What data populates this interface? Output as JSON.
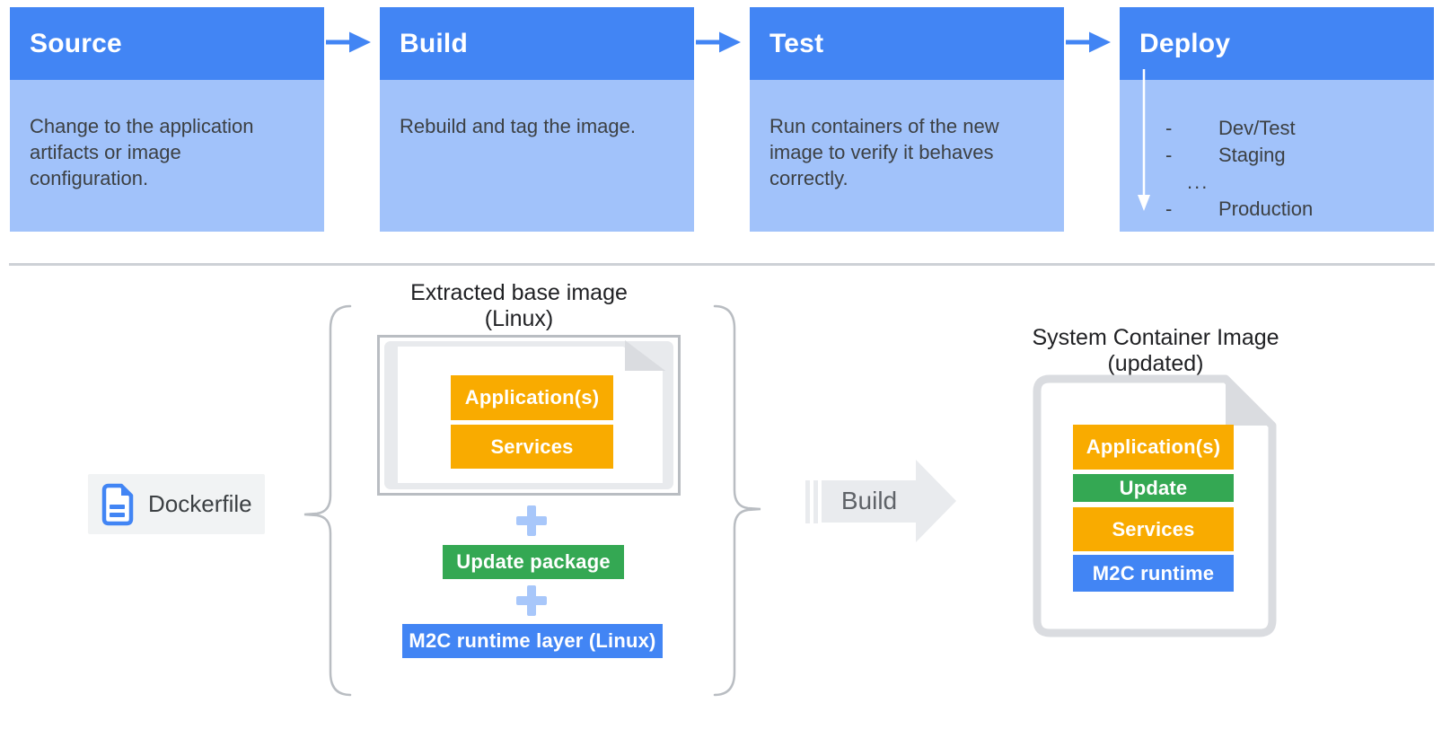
{
  "pipeline": {
    "stages": [
      {
        "title": "Source",
        "description": "Change to the application artifacts or image configuration."
      },
      {
        "title": "Build",
        "description": "Rebuild and tag the image."
      },
      {
        "title": "Test",
        "description": "Run containers of the new image to verify it behaves correctly."
      },
      {
        "title": "Deploy",
        "environments": [
          {
            "bullet": "-",
            "label": "Dev/Test"
          },
          {
            "bullet": "-",
            "label": "Staging"
          },
          {
            "bullet": "",
            "label": "..."
          },
          {
            "bullet": "-",
            "label": "Production"
          }
        ]
      }
    ]
  },
  "update_flow": {
    "dockerfile": {
      "label": "Dockerfile",
      "icon": "document-icon"
    },
    "base_image": {
      "title": "Extracted base image (Linux)",
      "layers": [
        {
          "label": "Application(s)",
          "color": "#F9AB00"
        },
        {
          "label": "Services",
          "color": "#F9AB00"
        }
      ]
    },
    "update_package": {
      "label": "Update package",
      "color": "#34A853"
    },
    "runtime_layer": {
      "label": "M2C runtime layer (Linux)",
      "color": "#4285F4"
    },
    "build_arrow": {
      "label": "Build"
    },
    "result_image": {
      "title": "System Container Image (updated)",
      "layers": [
        {
          "label": "Application(s)",
          "color": "#F9AB00"
        },
        {
          "label": "Update",
          "color": "#34A853"
        },
        {
          "label": "Services",
          "color": "#F9AB00"
        },
        {
          "label": "M2C runtime",
          "color": "#4285F4"
        }
      ]
    }
  },
  "colors": {
    "stage_header_blue": "#4285F4",
    "stage_body_blue": "#A1C2FA",
    "flow_arrow_blue": "#4285F4",
    "yellow": "#F9AB00",
    "green": "#34A853",
    "blue": "#4285F4",
    "plus_light_blue": "#A8C7FA",
    "text_dark": "#3C4043",
    "title_text": "#202124",
    "divider_gray": "#CDD1D6",
    "doc_border_gray": "#B9BDC2",
    "doc_fill_gray": "#E8EAED",
    "result_doc_gray": "#DADCE0",
    "build_arrow_gray": "#E9EBEE",
    "chip_gray": "#F1F3F4"
  }
}
